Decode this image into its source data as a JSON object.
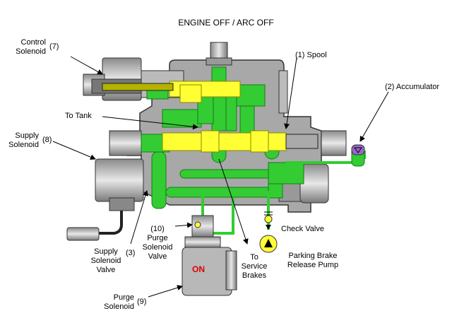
{
  "title": "ENGINE OFF / ARC OFF",
  "labels": {
    "control_solenoid_line1": "Control",
    "control_solenoid_line2": "Solenoid",
    "control_solenoid_num": "(7)",
    "spool": "(1)  Spool",
    "accumulator": "(2)  Accumulator",
    "to_tank": "To Tank",
    "supply_solenoid_line1": "Supply",
    "supply_solenoid_line2": "Solenoid",
    "supply_solenoid_num": "(8)",
    "check_valve": "Check Valve",
    "purge_valve_num": "(10)",
    "purge_valve_line1": "Purge",
    "purge_valve_line2": "Solenoid",
    "purge_valve_line3": "Valve",
    "supply_valve_line1": "Supply",
    "supply_valve_line2": "Solenoid",
    "supply_valve_line3": "Valve",
    "supply_valve_num": "(3)",
    "service_line1": "To",
    "service_line2": "Service",
    "service_line3": "Brakes",
    "pump_line1": "Parking Brake",
    "pump_line2": "Release Pump",
    "on": "ON",
    "purge_solenoid_line1": "Purge",
    "purge_solenoid_line2": "Solenoid",
    "purge_solenoid_num": "(9)"
  },
  "colors": {
    "oil_pressure": "#33cc33",
    "oil_pilot": "#ffff33",
    "housing": "#a6a6a6",
    "housing_dark": "#666666",
    "on_text": "#e00000"
  }
}
